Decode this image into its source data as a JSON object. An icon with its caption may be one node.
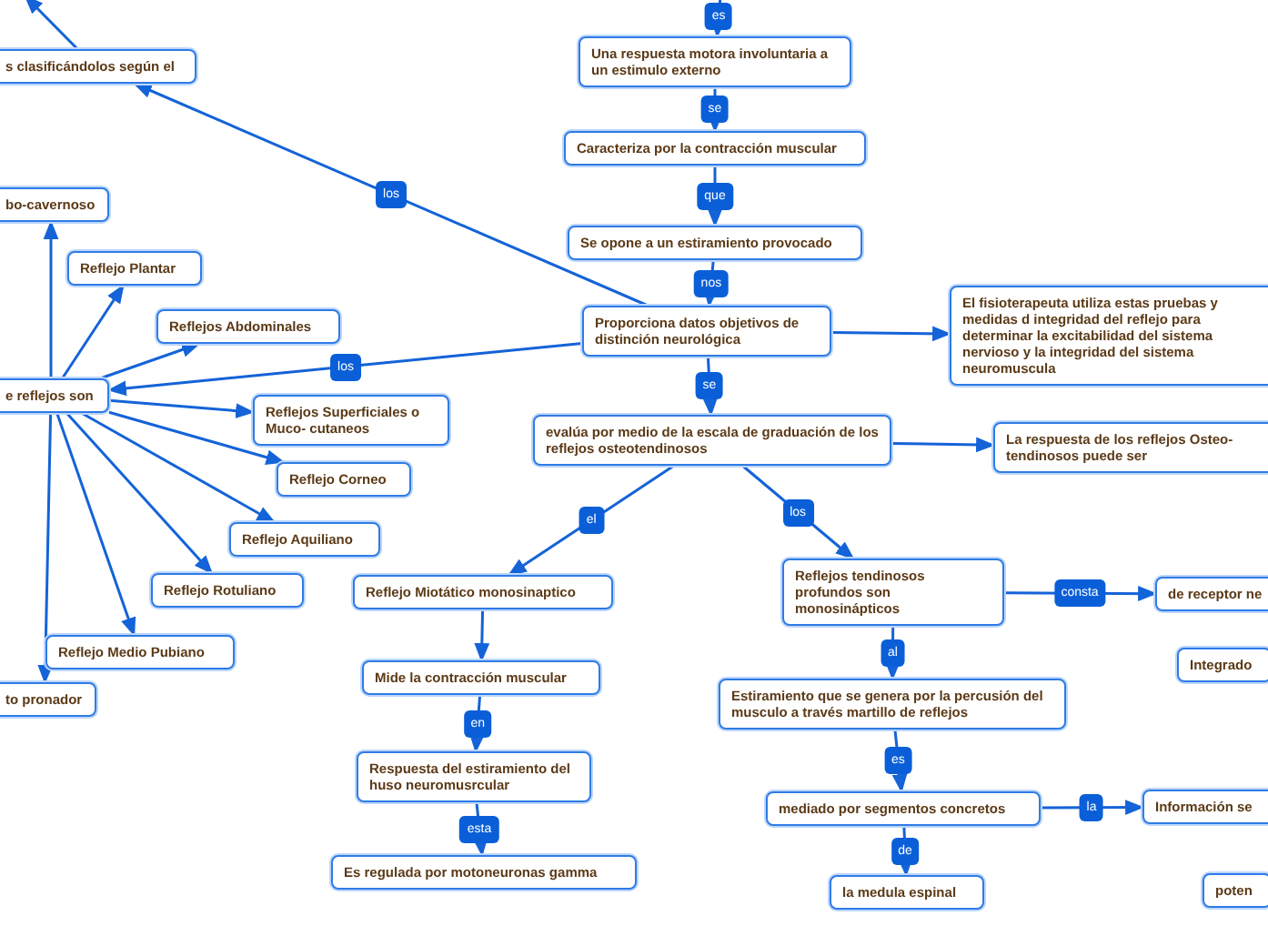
{
  "diagram": {
    "nodes": [
      {
        "text": [
          "s clasificándolos según el"
        ]
      },
      {
        "text": [
          "Una respuesta motora involuntaria a un estimulo externo"
        ]
      },
      {
        "text": [
          "Caracteriza por la contracción muscular"
        ]
      },
      {
        "text": [
          "Se opone a un estiramiento provocado"
        ]
      },
      {
        "text": [
          "bo-cavernoso"
        ]
      },
      {
        "text": [
          "Reflejo Plantar"
        ]
      },
      {
        "text": [
          "El fisioterapeuta utiliza estas pruebas y medidas d integridad del reflejo para determinar la excitabilidad del sistema nervioso y la integridad del sistema neuromuscula"
        ]
      },
      {
        "text": [
          "Proporciona datos objetivos de distinción neurológica"
        ]
      },
      {
        "text": [
          "Reflejos Abdominales"
        ]
      },
      {
        "text": [
          "e reflejos son"
        ]
      },
      {
        "text": [
          "Reflejos Superficiales o Muco- cutaneos"
        ]
      },
      {
        "text": [
          "evalúa por medio de la escala de graduación de los reflejos osteotendinosos"
        ]
      },
      {
        "text": [
          "La respuesta de los reflejos Osteo- tendinosos puede ser"
        ]
      },
      {
        "text": [
          "Reflejo Corneo"
        ]
      },
      {
        "text": [
          "Reflejo Aquiliano"
        ]
      },
      {
        "text": [
          "Reflejo Miotático monosinaptico"
        ]
      },
      {
        "text": [
          "Reflejos tendinosos profundos son monosinápticos"
        ]
      },
      {
        "text": [
          "de receptor ne"
        ]
      },
      {
        "text": [
          "Reflejo Rotuliano"
        ]
      },
      {
        "text": [
          "Reflejo Medio Pubiano"
        ]
      },
      {
        "text": [
          "Integrado"
        ]
      },
      {
        "text": [
          "Mide la contracción muscular"
        ]
      },
      {
        "text": [
          "to pronador"
        ]
      },
      {
        "text": [
          "Estiramiento que se genera por la percusión del musculo a través martillo de reflejos"
        ]
      },
      {
        "text": [
          "Respuesta del estiramiento del huso neuromusrcular"
        ]
      },
      {
        "text": [
          "mediado por segmentos concretos"
        ]
      },
      {
        "text": [
          "Información se"
        ]
      },
      {
        "text": [
          "Es regulada por motoneuronas gamma"
        ]
      },
      {
        "text": [
          "la medula espinal"
        ]
      },
      {
        "text": [
          "poten"
        ]
      }
    ],
    "edges": [
      {
        "from": null,
        "to": 1,
        "arrow": "to",
        "label": "es"
      },
      {
        "from": 1,
        "to": 2,
        "arrow": "to",
        "label": "se"
      },
      {
        "from": 2,
        "to": 3,
        "arrow": "to",
        "label": "que"
      },
      {
        "from": 3,
        "to": 7,
        "arrow": "to",
        "label": "nos"
      },
      {
        "from": 7,
        "to": 0,
        "arrow": "to",
        "label": "los"
      },
      {
        "from": 7,
        "to": 9,
        "arrow": "to",
        "label": "los"
      },
      {
        "from": 7,
        "to": 6,
        "arrow": "to"
      },
      {
        "from": 7,
        "to": 11,
        "arrow": "to",
        "label": "se"
      },
      {
        "from": 11,
        "to": 12,
        "arrow": "to"
      },
      {
        "from": 11,
        "to": 15,
        "arrow": "to",
        "label": "el"
      },
      {
        "from": 11,
        "to": 16,
        "arrow": "to",
        "label": "los"
      },
      {
        "from": 15,
        "to": 21,
        "arrow": "to"
      },
      {
        "from": 21,
        "to": 24,
        "arrow": "to",
        "label": "en"
      },
      {
        "from": 24,
        "to": 27,
        "arrow": "to",
        "label": "esta"
      },
      {
        "from": 16,
        "to": 17,
        "arrow": "to",
        "label": "consta"
      },
      {
        "from": 16,
        "to": 23,
        "arrow": "to",
        "label": "al"
      },
      {
        "from": 23,
        "to": 25,
        "arrow": "to",
        "label": "es"
      },
      {
        "from": 25,
        "to": 26,
        "arrow": "to",
        "label": "la"
      },
      {
        "from": 25,
        "to": 28,
        "arrow": "to",
        "label": "de"
      },
      {
        "from": 0,
        "to": null,
        "arrow": "to"
      },
      {
        "from": 9,
        "to": 4,
        "arrow": "to"
      },
      {
        "from": 9,
        "to": 5,
        "arrow": "to"
      },
      {
        "from": 9,
        "to": 8,
        "arrow": "to"
      },
      {
        "from": 9,
        "to": 10,
        "arrow": "to"
      },
      {
        "from": 9,
        "to": 13,
        "arrow": "to"
      },
      {
        "from": 9,
        "to": 14,
        "arrow": "to"
      },
      {
        "from": 9,
        "to": 18,
        "arrow": "to"
      },
      {
        "from": 9,
        "to": 19,
        "arrow": "to"
      },
      {
        "from": 9,
        "to": 22,
        "arrow": "to"
      }
    ]
  }
}
